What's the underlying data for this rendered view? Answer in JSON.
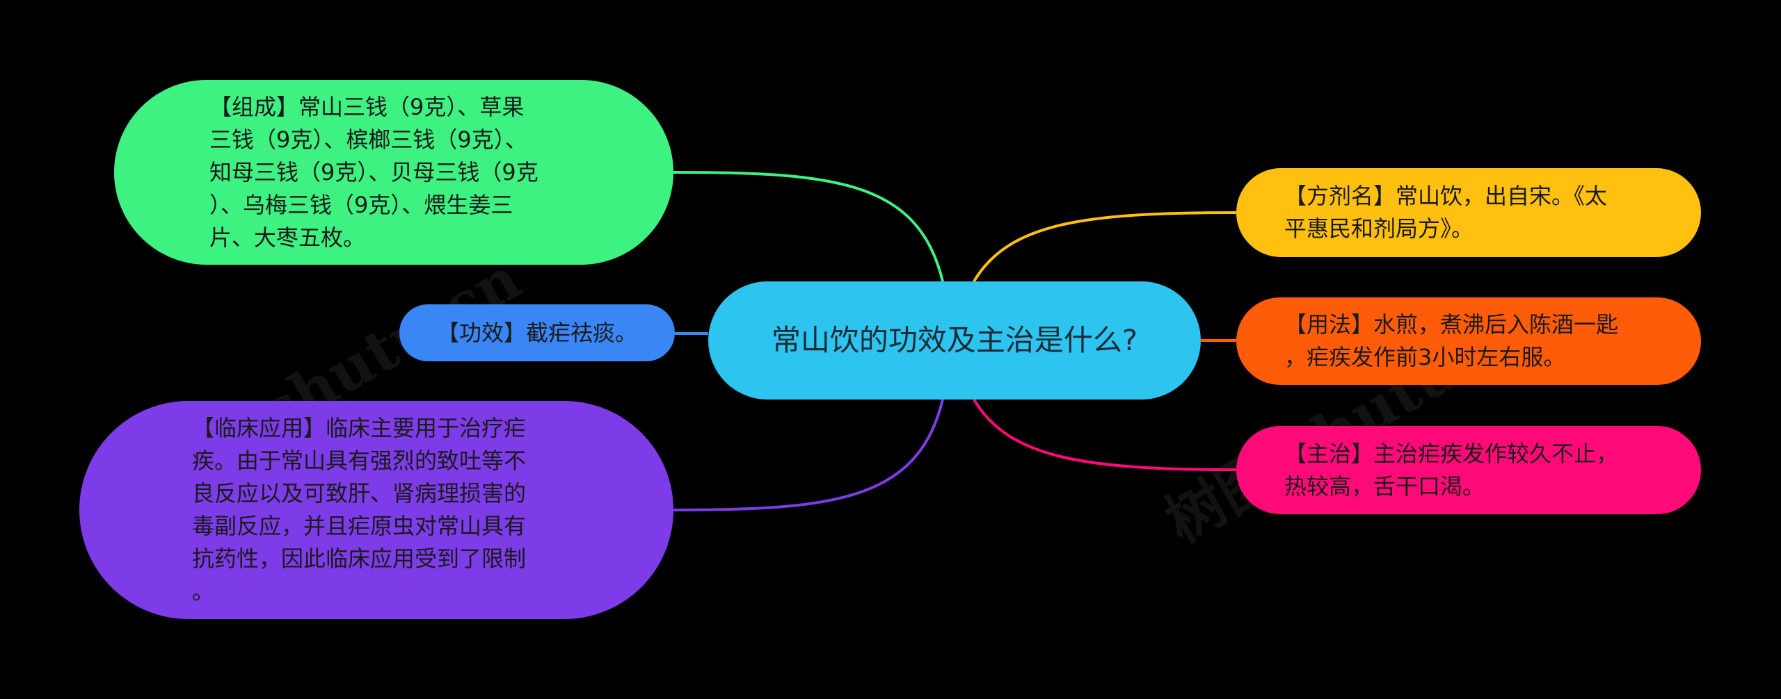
{
  "center": {
    "title": "常山饮的功效及主治是什么?"
  },
  "branches": [
    {
      "id": "composition",
      "text": "【组成】常山三钱（9克）、草果三钱（9克）、槟榔三钱（9克）、知母三钱（9克）、贝母三钱（9克）、乌梅三钱（9克）、煨生姜三片、大枣五枚。",
      "lines": "【组成】常山三钱（9克）、草果\n三钱（9克）、槟榔三钱（9克）、\n知母三钱（9克）、贝母三钱（9克\n）、乌梅三钱（9克）、煨生姜三\n片、大枣五枚。",
      "color": "#3ef281"
    },
    {
      "id": "efficacy",
      "text": "【功效】截疟祛痰。",
      "lines": "【功效】截疟祛痰。",
      "color": "#3b86f5"
    },
    {
      "id": "clinical",
      "text": "【临床应用】临床主要用于治疗疟疾。由于常山具有强烈的致吐等不良反应以及可致肝、肾病理损害的毒副反应，并且疟原虫对常山具有抗药性，因此临床应用受到了限制。",
      "lines": "【临床应用】临床主要用于治疗疟\n疾。由于常山具有强烈的致吐等不\n良反应以及可致肝、肾病理损害的\n毒副反应，并且疟原虫对常山具有\n抗药性，因此临床应用受到了限制\n。",
      "color": "#7d3ce8"
    },
    {
      "id": "formula",
      "text": "【方剂名】常山饮，出自宋。《太平惠民和剂局方》。",
      "lines": "【方剂名】常山饮，出自宋。《太\n平惠民和剂局方》。",
      "color": "#ffc00f"
    },
    {
      "id": "usage",
      "text": "【用法】水煎，煮沸后入陈酒一匙，疟疾发作前3小时左右服。",
      "lines": "【用法】水煎，煮沸后入陈酒一匙\n，疟疾发作前3小时左右服。",
      "color": "#ff5c0a"
    },
    {
      "id": "indication",
      "text": "【主治】主治疟疾发作较久不止，热较高，舌干口渴。",
      "lines": "【主治】主治疟疾发作较久不止，\n热较高，舌干口渴。",
      "color": "#ff0a78"
    }
  ],
  "watermark": {
    "text": "树图 shutu.cn"
  }
}
